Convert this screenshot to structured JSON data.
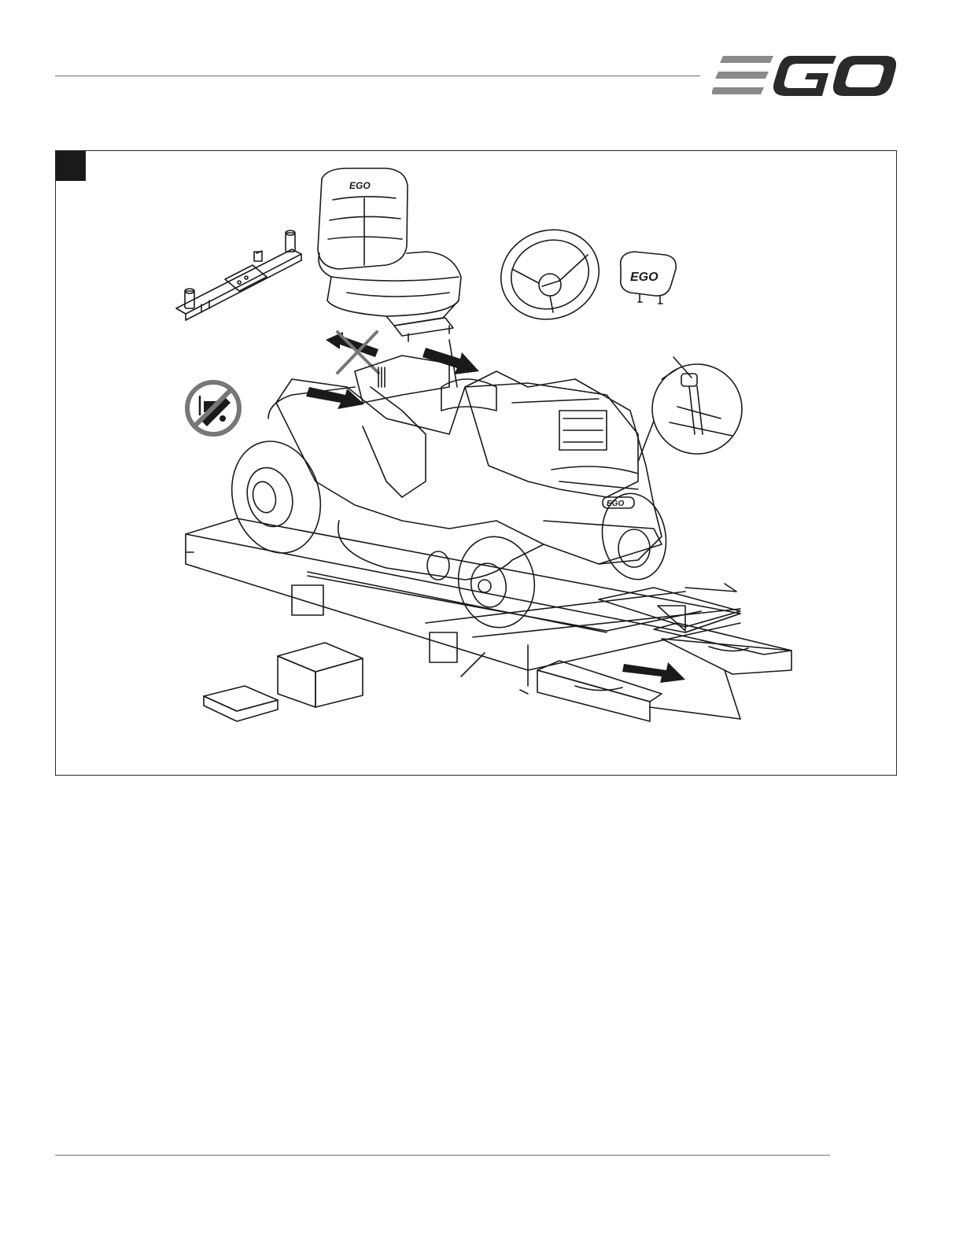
{
  "header": {
    "brand_logo_text": "EGO"
  },
  "figure": {
    "seat_brand": "EGO",
    "hub_cap_brand": "EGO",
    "mower_grille_brand": "EGO"
  },
  "icons": {
    "crossed_arrow": "prohibited-direction-icon",
    "no_forklift": "no-forklift-icon",
    "push_arrow": "push-direction-arrow-icon"
  },
  "colors": {
    "logo_gray": "#8a8a8a",
    "logo_dark": "#2a2a2a",
    "line": "#1a1a1a",
    "rule": "#6e6e6e"
  }
}
